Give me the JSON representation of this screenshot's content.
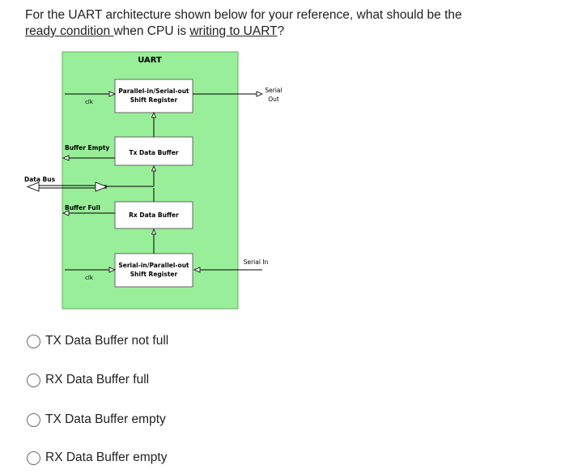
{
  "question": {
    "part1": "For the UART architecture shown below for your reference, what should be the",
    "part2": "ready condition ",
    "part3": "when CPU is ",
    "part4": "writing to UART",
    "part5": "?"
  },
  "diagram": {
    "title": "UART",
    "blocks": {
      "piso_line1": "Parallel-in/Serial-out",
      "piso_line2": "Shift Register",
      "tx_buffer": "Tx Data Buffer",
      "rx_buffer": "Rx Data Buffer",
      "sipo_line1": "Serial-in/Parallel-out",
      "sipo_line2": "Shift Register"
    },
    "labels": {
      "clk_top": "clk",
      "clk_bottom": "clk",
      "buffer_empty": "Buffer Empty",
      "buffer_full": "Buffer Full",
      "data_bus": "Data Bus",
      "serial_out_line1": "Serial",
      "serial_out_line2": "Out",
      "serial_in": "Serial In"
    },
    "colors": {
      "uart_fill": "#99ee99",
      "uart_border": "#66aa66",
      "block_fill": "#ffffff",
      "line": "#000000"
    }
  },
  "options": [
    {
      "label": "TX Data Buffer not full"
    },
    {
      "label": "RX Data Buffer full"
    },
    {
      "label": "TX Data Buffer empty"
    },
    {
      "label": "RX Data Buffer empty"
    }
  ]
}
